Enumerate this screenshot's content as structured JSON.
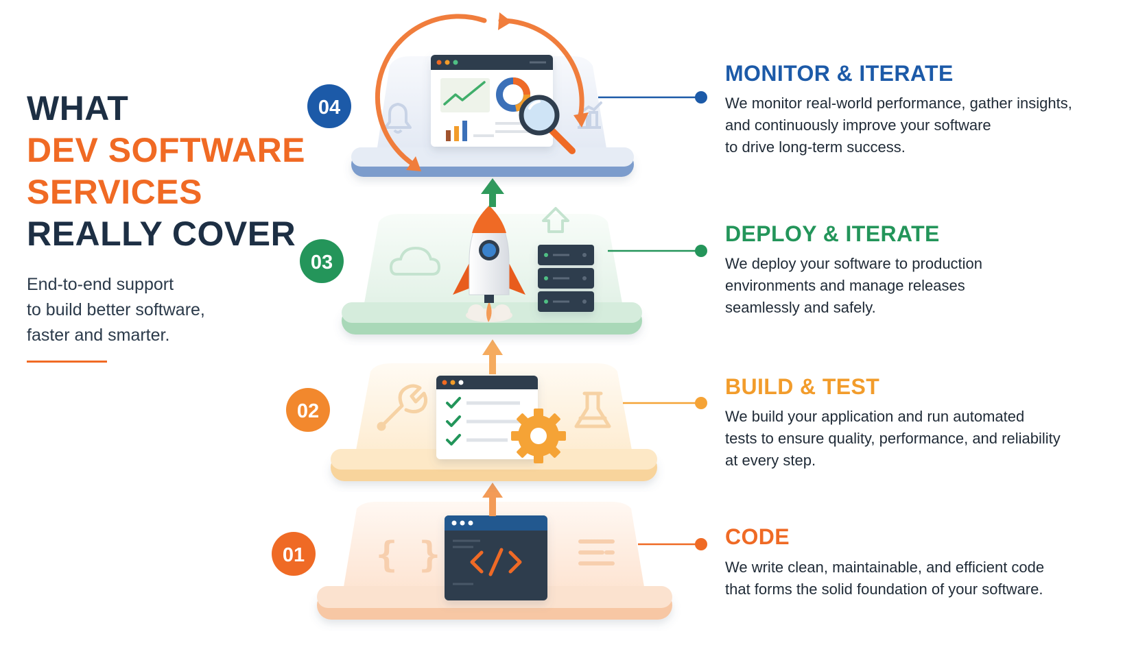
{
  "headline": {
    "line1": "WHAT",
    "line2": "DEV SOFTWARE",
    "line3": "SERVICES",
    "line4": "REALLY COVER"
  },
  "subtitle": {
    "line1": "End-to-end support",
    "line2": "to build better software,",
    "line3": "faster and smarter."
  },
  "colors": {
    "navy": "#1d2f44",
    "orange": "#f06a24",
    "blue": "#1c5aa8",
    "green": "#23955a",
    "amber": "#f29c2b",
    "code_orange": "#ef6a25"
  },
  "steps": [
    {
      "number": "01",
      "title": "CODE",
      "description": [
        "We write clean, maintainable, and efficient code",
        "that forms the solid foundation of your software."
      ],
      "icons": [
        "braces-icon",
        "code-window-icon",
        "text-lines-icon"
      ]
    },
    {
      "number": "02",
      "title": "BUILD & TEST",
      "description": [
        "We build your application and run automated",
        "tests to ensure quality, performance, and reliability",
        "at every step."
      ],
      "icons": [
        "wrench-icon",
        "checklist-window-icon",
        "gear-icon",
        "flask-icon"
      ]
    },
    {
      "number": "03",
      "title": "DEPLOY & ITERATE",
      "description": [
        "We deploy your software to production",
        "environments and manage releases",
        "seamlessly and safely."
      ],
      "icons": [
        "cloud-icon",
        "rocket-icon",
        "server-icon",
        "upload-arrow-icon"
      ]
    },
    {
      "number": "04",
      "title": "MONITOR & ITERATE",
      "description": [
        "We monitor real-world performance, gather insights,",
        "and continuously improve your software",
        "to drive long-term success."
      ],
      "icons": [
        "bell-icon",
        "dashboard-window-icon",
        "magnifier-icon",
        "bar-chart-icon",
        "cycle-arrows-icon"
      ]
    }
  ]
}
